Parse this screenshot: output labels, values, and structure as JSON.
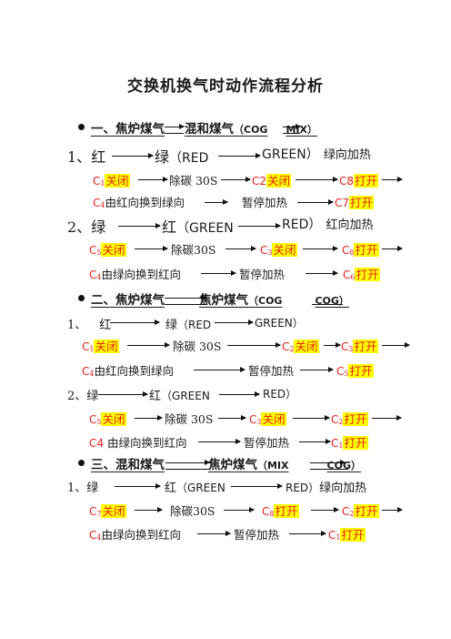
{
  "title": "交换机换气时动作流程分析",
  "sections": [
    {
      "label": "一、焦炉煤气",
      "to": "混和煤气",
      "paren_open": "（COG",
      "paren_to": "MIX）"
    },
    {
      "label": "二、焦炉煤气",
      "to": "焦炉煤气",
      "paren_open": "（COG",
      "paren_to": "COG）"
    },
    {
      "label": "三、混和煤气",
      "to": "焦炉煤气",
      "paren_open": "（MIX",
      "paren_to": "COG）"
    }
  ],
  "s1": {
    "r1": {
      "num": "1、",
      "from": "红",
      "to": "绿",
      "p1": "（RED",
      "p2": "GREEN）",
      "tail": "绿向加热"
    },
    "r1a": {
      "c1": "C",
      "c1s": "1",
      "c1t": "关闭",
      "mid": "除碳 30S",
      "c2": "C2",
      "c2t": "关闭",
      "c3": "C8",
      "c3t": "打开"
    },
    "r1b": {
      "c": "C",
      "cs": "4",
      "txt": "由红向换到绿向",
      "mid": "暂停加热",
      "end": "C7",
      "endt": "打开"
    },
    "r2": {
      "num": "2、",
      "from": "绿",
      "to": "红",
      "p1": "（GREEN",
      "p2": "RED）",
      "tail": "红向加热"
    },
    "r2a": {
      "c1": "C",
      "c1s": "5",
      "c1t": "关闭",
      "mid": "除碳30S",
      "c2": "C",
      "c2s": "3",
      "c2t": "关闭",
      "c3": "C",
      "c3s": "8",
      "c3t": "打开"
    },
    "r2b": {
      "c": "C",
      "cs": "4",
      "txt": "由绿向换到红向",
      "mid": "暂停加热",
      "end": "C",
      "ends": "6",
      "endt": "打开"
    }
  },
  "s2": {
    "r1": {
      "num": "1、",
      "from": "红",
      "to": "绿",
      "p1": "（RED",
      "p2": "GREEN）"
    },
    "r1a": {
      "c1": "C",
      "c1s": "1",
      "c1t": "关闭",
      "mid": "除碳 30S",
      "c2": "C",
      "c2s": "2",
      "c2t": "关闭",
      "c3": "C",
      "c3s": "3",
      "c3t": "打开"
    },
    "r1b": {
      "c": "C",
      "cs": "4",
      "txt": "由红向换到绿向",
      "mid": "暂停加热",
      "end": "C",
      "ends": "5",
      "endt": "打开"
    },
    "r2": {
      "num": "2、",
      "from": "绿",
      "to": "红",
      "p1": "（GREEN",
      "p2": "RED）"
    },
    "r2a": {
      "c1": "C",
      "c1s": "5",
      "c1t": "关闭",
      "mid": "除碳 30S",
      "c2": "C",
      "c2s": "3",
      "c2t": "关闭",
      "c3": "C",
      "c3s": "2",
      "c3t": "打开"
    },
    "r2b": {
      "c": "C4",
      "txt": "由绿向换到红向",
      "mid": "暂停加热",
      "end": "C",
      "ends": "1",
      "endt": "打开"
    }
  },
  "s3": {
    "r1": {
      "num": "1、",
      "from": "绿",
      "to": "红",
      "p1": "（GREEN",
      "p2": "RED）",
      "tail": "绿向加热"
    },
    "r1a": {
      "c1": "C",
      "c1s": "7",
      "c1t": "关闭",
      "mid": "除碳30S",
      "c2": "C",
      "c2s": "8",
      "c2t": "打开",
      "c3": "C",
      "c3s": "2",
      "c3t": "打开"
    },
    "r1b": {
      "c": "C",
      "cs": "4",
      "txt": "由绿向换到红向",
      "mid": "暂停加热",
      "end": "C",
      "ends": "1",
      "endt": "打开"
    }
  }
}
